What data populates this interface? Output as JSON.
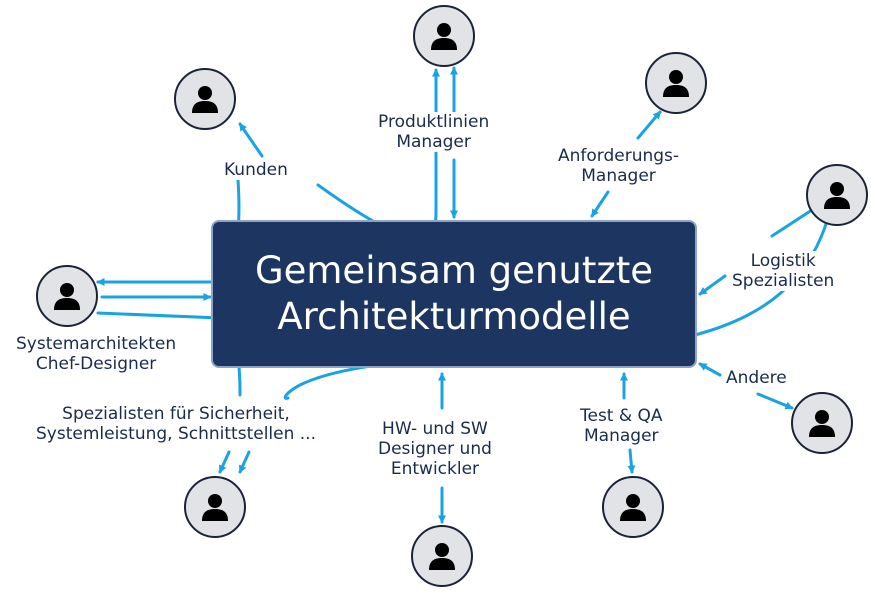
{
  "center": {
    "line1": "Gemeinsam genutzte",
    "line2": "Architekturmodelle"
  },
  "labels": {
    "kunden": "Kunden",
    "produktlinien_1": "Produktlinien",
    "produktlinien_2": "Manager",
    "anforderungs_1": "Anforderungs-",
    "anforderungs_2": "Manager",
    "logistik_1": "Logistik",
    "logistik_2": "Spezialisten",
    "system_1": "Systemarchitekten",
    "system_2": "Chef-Designer",
    "andere": "Andere",
    "spezialisten_1": "Spezialisten für Sicherheit,",
    "spezialisten_2": "Systemleistung, Schnittstellen ...",
    "hwsw_1": "HW- und SW",
    "hwsw_2": "Designer und",
    "hwsw_3": "Entwickler",
    "testqa_1": "Test & QA",
    "testqa_2": "Manager"
  },
  "icons": {
    "person": "person-icon"
  },
  "colors": {
    "box_fill": "#1c3561",
    "box_border": "#8fa3c8",
    "arrow": "#1aa3e3",
    "avatar_fill": "#e1e3e6",
    "avatar_border": "#1a2338",
    "label_text": "#1a2b4c"
  }
}
